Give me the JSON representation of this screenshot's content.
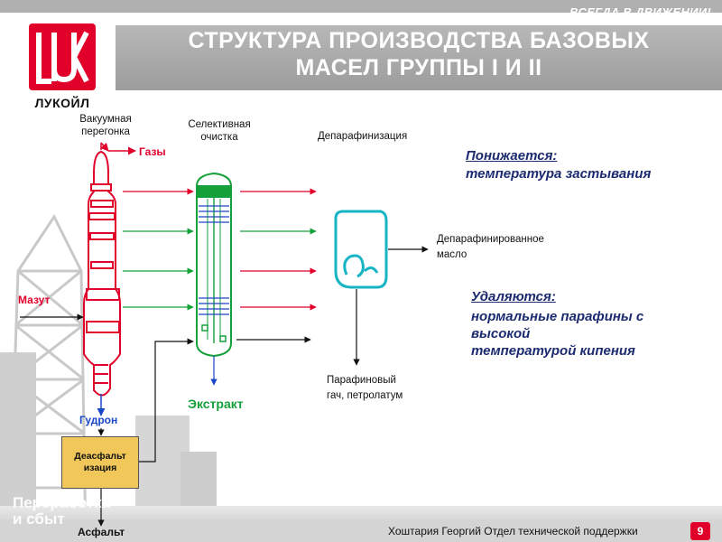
{
  "header": {
    "slogan": "ВСЕГДА В ДВИЖЕНИИ!",
    "title_line_1": "СТРУКТУРА ПРОИЗВОДСТВА БАЗОВЫХ",
    "title_line_2": "МАСЕЛ ГРУППЫ I И II",
    "logo_text": "ЛУКОЙЛ",
    "accent_color": "#e0002a"
  },
  "diagram": {
    "stage_vacuum": [
      "Вакуумная",
      "перегонка"
    ],
    "stage_selective": [
      "Селективная",
      "очистка"
    ],
    "stage_dewaxing": "Депарафинизация",
    "gases": "Газы",
    "mazut": "Мазут",
    "gudron": "Гудрон",
    "extract": "Экстракт",
    "deasphalt": [
      "Деасфальт",
      "изация"
    ],
    "asphalt": "Асфальт",
    "dewaxed_oil": [
      "Депарафинированное",
      "масло"
    ],
    "wax": [
      "Парафиновый",
      "гач, петролатум"
    ]
  },
  "notes": {
    "lowered_head": "Понижается:",
    "lowered_body": "температура застывания",
    "removed_head": "Удаляются:",
    "removed_body": [
      "нормальные парафины с",
      "высокой",
      "температурой кипения"
    ]
  },
  "footer": {
    "author": "Хоштария Георгий Отдел технической поддержки",
    "page": "9",
    "watermark": [
      "Переработка",
      "и сбыт"
    ]
  }
}
